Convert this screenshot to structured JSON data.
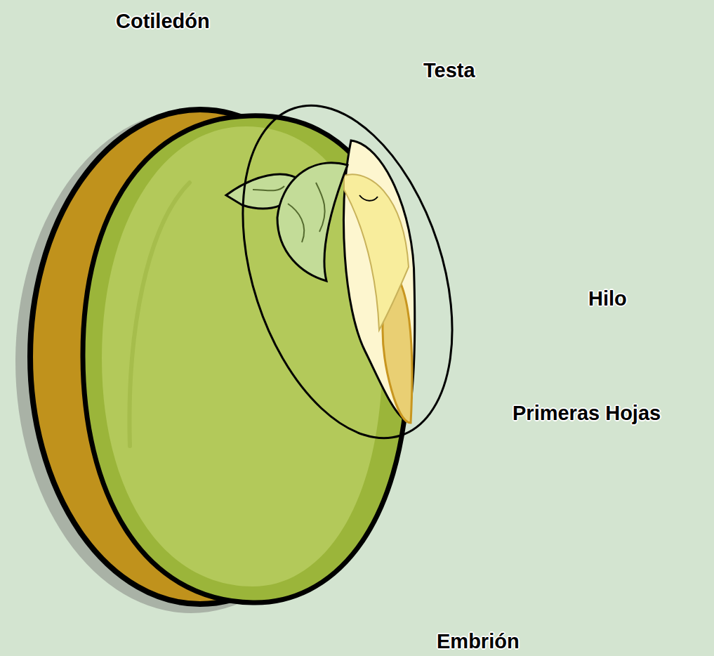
{
  "diagram": {
    "labels": [
      "Cotiledón",
      "Testa",
      "Hilo",
      "Primeras Hojas",
      "Embrión"
    ]
  }
}
